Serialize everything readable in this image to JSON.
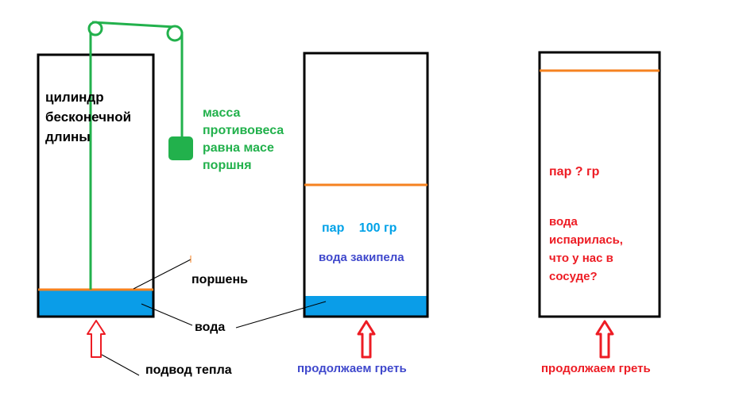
{
  "colors": {
    "outline": "#000000",
    "water": "#0a9de8",
    "piston": "#f58220",
    "counterweight": "#22b14c",
    "heat_arrow": "#ed1c24",
    "label_black": "#000000",
    "label_green": "#22b14c",
    "label_blue": "#00a2e8",
    "label_indigo": "#3f48cc",
    "label_red": "#ed1c24"
  },
  "panel1": {
    "cylinder_lines": [
      "цилиндр",
      "бесконечной",
      "длины"
    ],
    "counterweight_lines": [
      "масса",
      "противовеса",
      "равна масе",
      "поршня"
    ],
    "piston_label": "поршень",
    "water_label": "вода",
    "heat_label": "подвод тепла"
  },
  "panel2": {
    "steam_label": "пар",
    "steam_mass": "100 гр",
    "boiling_label": "вода закипела",
    "heating_label": "продолжаем греть"
  },
  "panel3": {
    "steam_label": "пар ? гр",
    "question_lines": [
      "вода",
      "испарилась,",
      "что у нас в",
      "сосуде?"
    ],
    "heating_label": "продолжаем греть"
  }
}
